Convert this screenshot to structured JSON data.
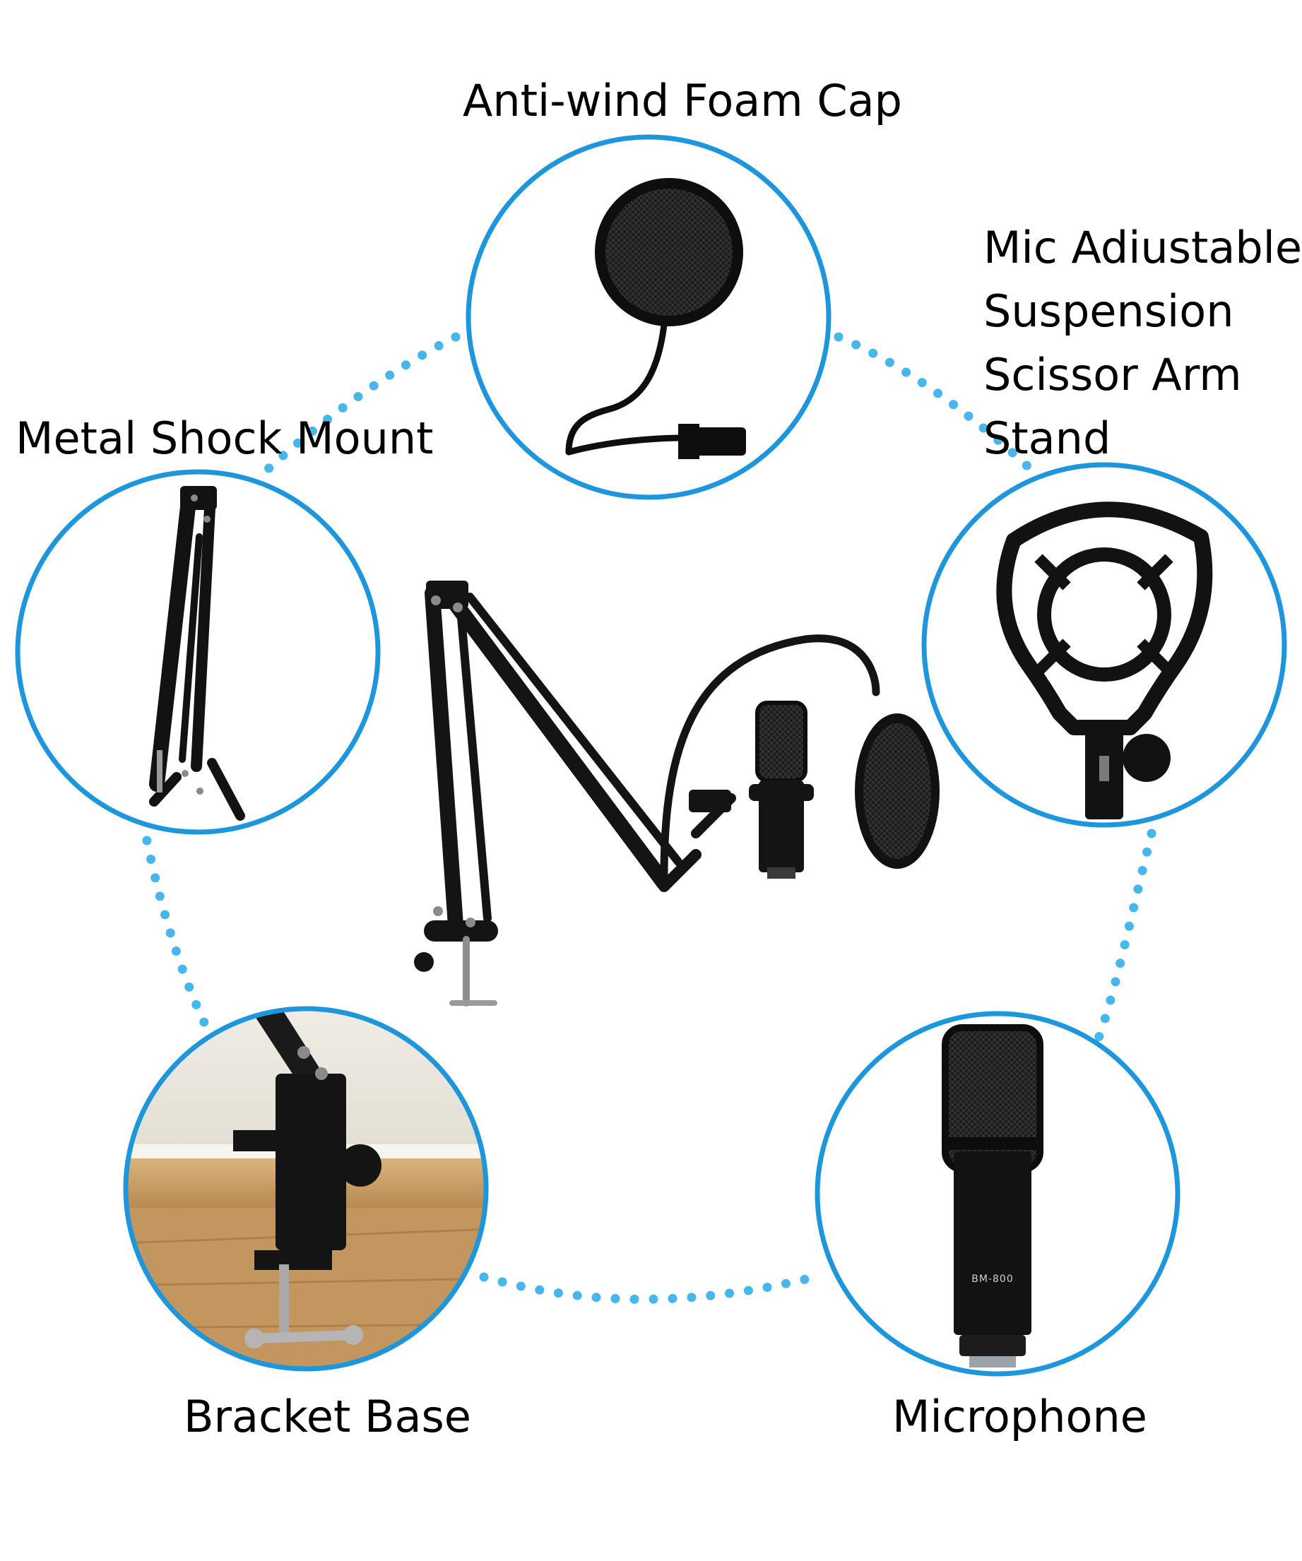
{
  "labels": {
    "foam_cap": "Anti-wind Foam Cap",
    "scissor_arm": [
      "Mic Adiustable",
      "Suspension",
      "Scissor Arm",
      "Stand"
    ],
    "shock_mount": "Metal Shock Mount",
    "bracket_base": "Bracket Base",
    "microphone": "Microphone"
  },
  "product_marking": "BM-800",
  "colors": {
    "accent": "#1e96dc",
    "dots": "#47b6ec",
    "product": "#151515",
    "wood": "#c8a26d",
    "text": "#000000"
  }
}
